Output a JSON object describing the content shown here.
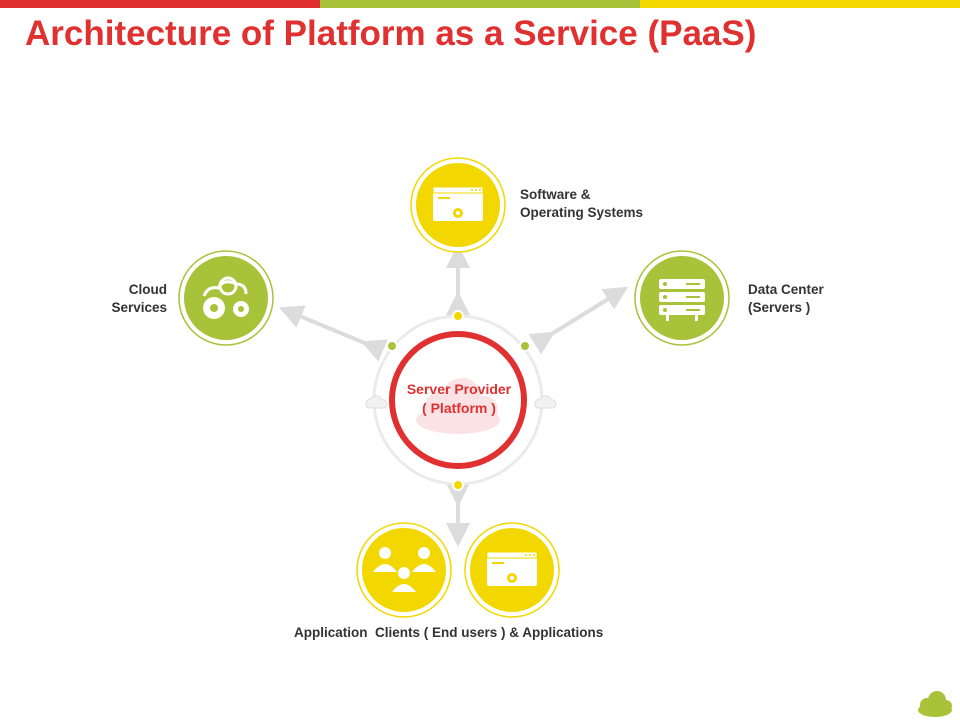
{
  "title": "Architecture of Platform as a Service (PaaS)",
  "center": {
    "line1": "Server Provider",
    "line2": "( Platform )"
  },
  "nodes": {
    "software": {
      "line1": "Software &",
      "line2": "Operating Systems",
      "icon": "browser-settings-icon"
    },
    "cloud": {
      "line1": "Cloud",
      "line2": "Services",
      "icon": "cloud-gears-icon"
    },
    "datacenter": {
      "line1": "Data Center",
      "line2": "(Servers )",
      "icon": "server-rack-icon"
    },
    "clients": {
      "icon": "users-group-icon"
    },
    "applications": {
      "icon": "browser-settings-icon"
    },
    "bottom_label": "Application  Clients ( End users ) & Applications"
  },
  "colors": {
    "red": "#e03030",
    "lime": "#a8c23a",
    "yellow": "#f2d800",
    "arrow": "#dcdcdc"
  },
  "corner_icon": "cloud-icon"
}
